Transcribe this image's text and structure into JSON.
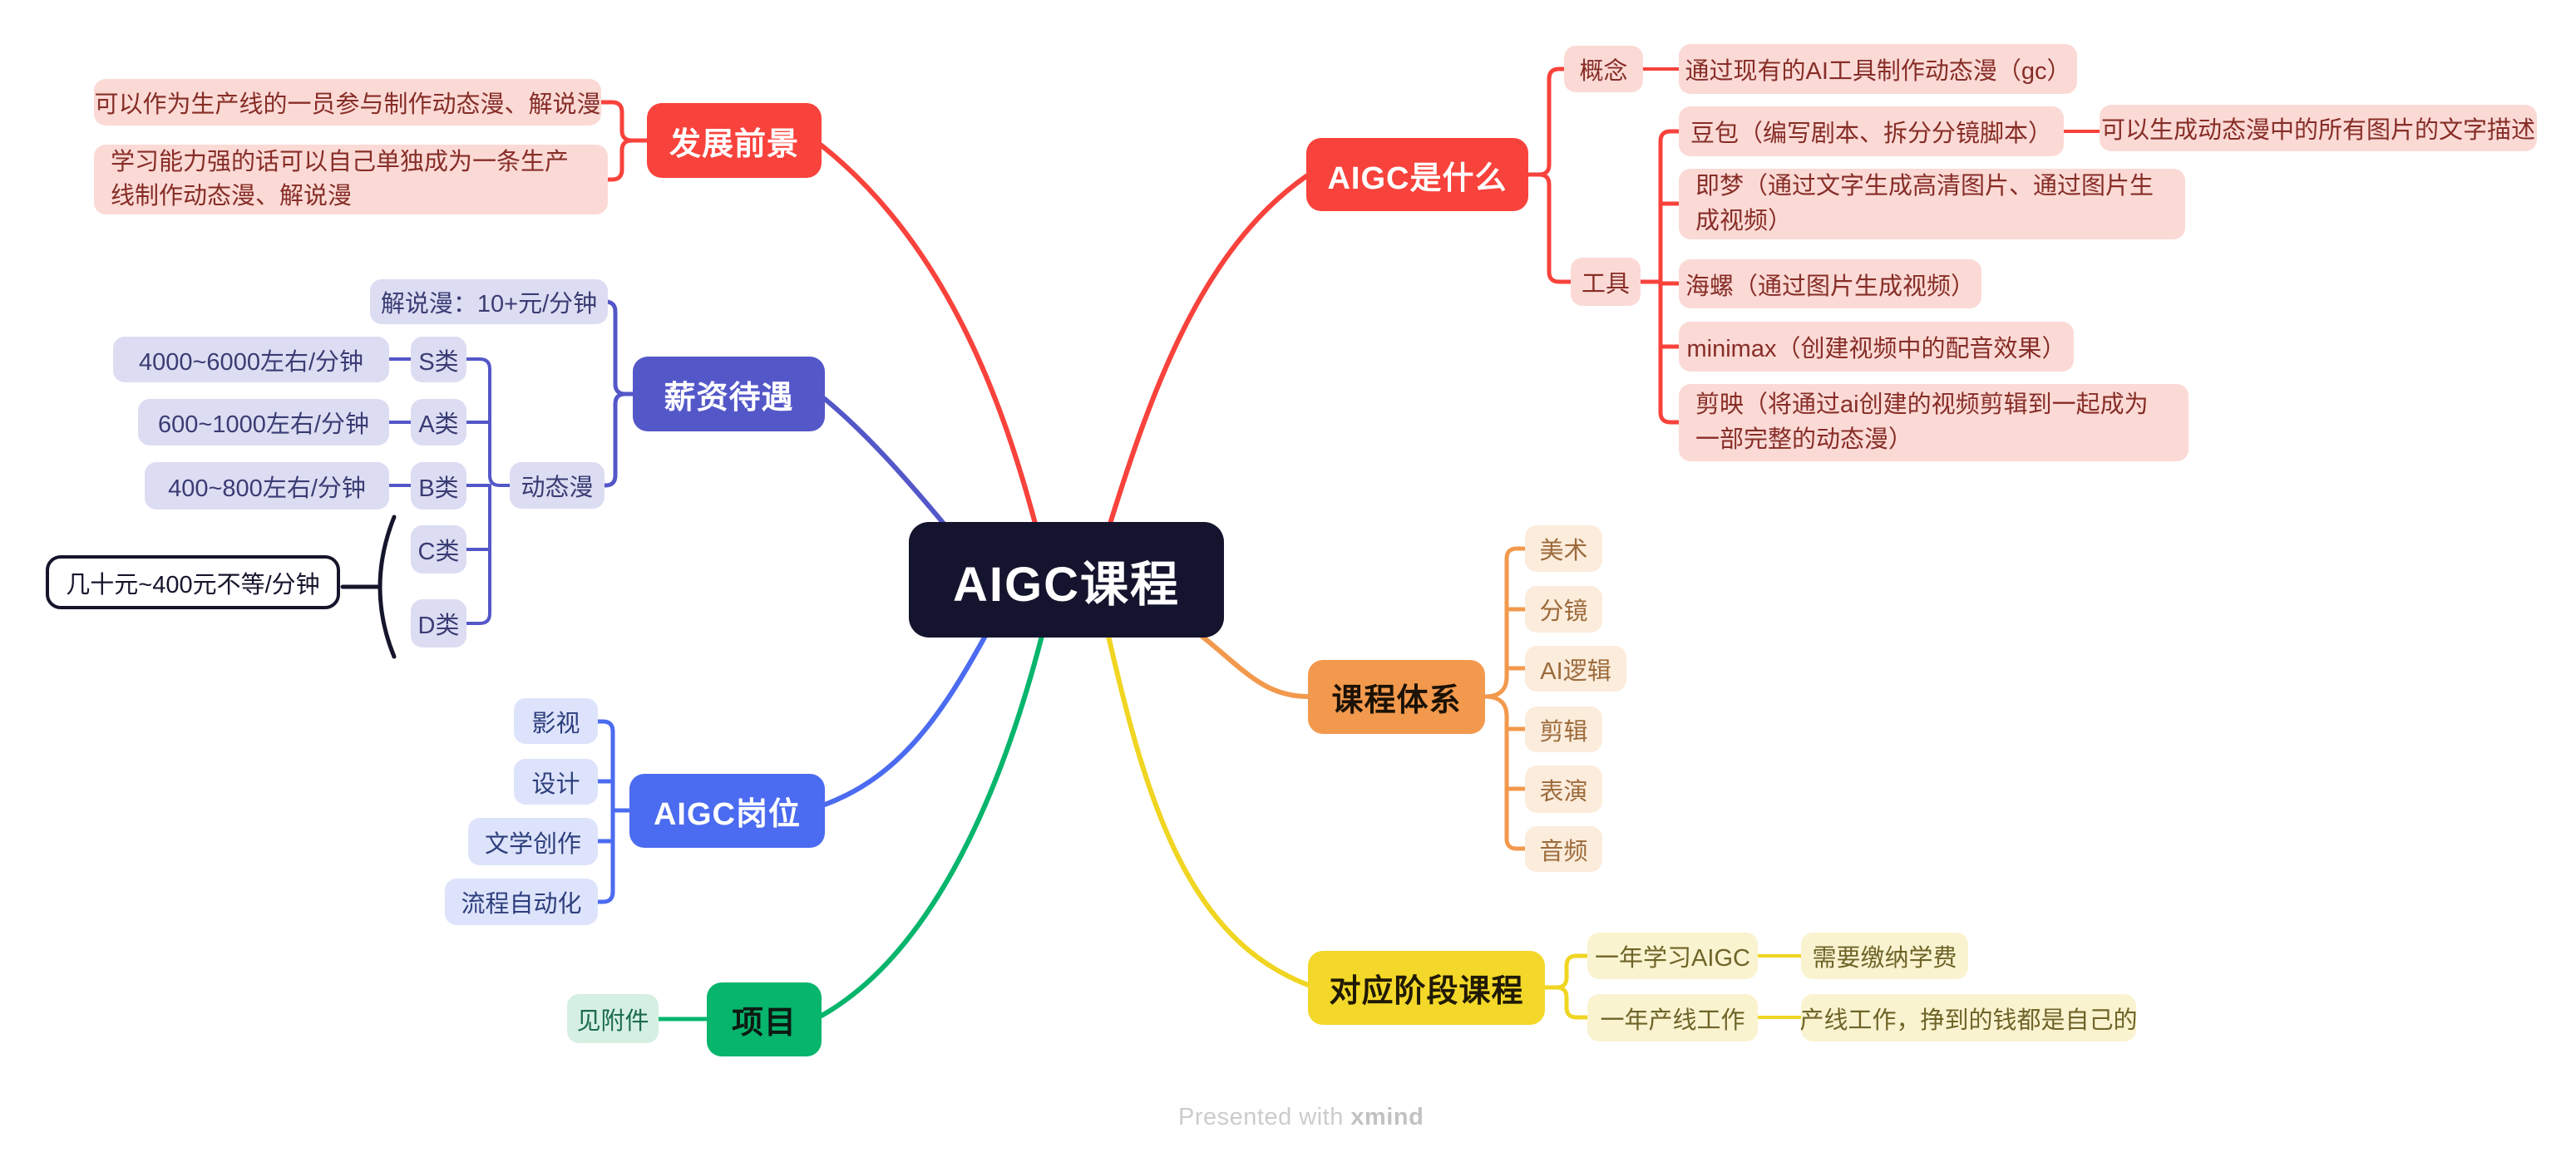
{
  "root": {
    "label": "AIGC课程"
  },
  "prospects": {
    "label": "发展前景",
    "item1": "可以作为生产线的一员参与制作动态漫、解说漫",
    "item2": "学习能力强的话可以自己单独成为一条生产线制作动态漫、解说漫"
  },
  "salary": {
    "label": "薪资待遇",
    "narrated_comic": "解说漫：10+元/分钟",
    "motion_comic": "动态漫",
    "s_class": "S类",
    "s_value": "4000~6000左右/分钟",
    "a_class": "A类",
    "a_value": "600~1000左右/分钟",
    "b_class": "B类",
    "b_value": "400~800左右/分钟",
    "c_class": "C类",
    "d_class": "D类",
    "cd_summary": "几十元~400元不等/分钟"
  },
  "jobs": {
    "label": "AIGC岗位",
    "items": [
      "影视",
      "设计",
      "文学创作",
      "流程自动化"
    ]
  },
  "project": {
    "label": "项目",
    "attachment": "见附件"
  },
  "what_is_aigc": {
    "label": "AIGC是什么",
    "concept_label": "概念",
    "concept": "通过现有的AI工具制作动态漫（gc）",
    "tools_label": "工具",
    "doubao": "豆包（编写剧本、拆分分镜脚本）",
    "doubao_note": "可以生成动态漫中的所有图片的文字描述",
    "jimeng": "即梦（通过文字生成高清图片、通过图片生成视频）",
    "hailuo": "海螺（通过图片生成视频）",
    "minimax": "minimax（创建视频中的配音效果）",
    "jianying": "剪映（将通过ai创建的视频剪辑到一起成为一部完整的动态漫）"
  },
  "curriculum": {
    "label": "课程体系",
    "items": [
      "美术",
      "分镜",
      "AI逻辑",
      "剪辑",
      "表演",
      "音频"
    ]
  },
  "stages": {
    "label": "对应阶段课程",
    "stage1": "一年学习AIGC",
    "stage1_note": "需要缴纳学费",
    "stage2": "一年产线工作",
    "stage2_note": "产线工作，挣到的钱都是自己的"
  },
  "watermark": {
    "prefix": "Presented with",
    "brand": "xmind"
  },
  "colors": {
    "root_bg": "#14142e",
    "red": "#f8423c",
    "pink": "#fbdad6",
    "indigo": "#5457c8",
    "lavender": "#dcddf2",
    "blue": "#4b6bf0",
    "light_blue": "#dde3fb",
    "green": "#07b56d",
    "mint": "#d5f0e3",
    "orange": "#f2994d",
    "peach": "#fcecdc",
    "yellow": "#f3d829",
    "pale_yellow": "#faf3d0",
    "summary_border": "#15152c"
  }
}
